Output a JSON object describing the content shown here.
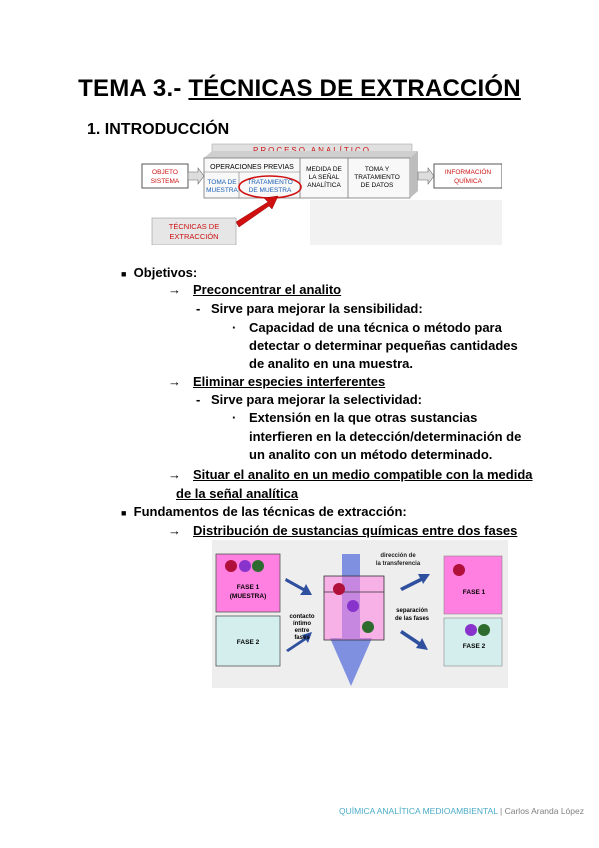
{
  "title": {
    "prefix": "TEMA 3.- ",
    "main": "TÉCNICAS DE EXTRACCIÓN"
  },
  "section": "1. INTRODUCCIÓN",
  "diagram1": {
    "header": "PROCESO ANALÍTICO",
    "objeto1": "OBJETO",
    "objeto2": "SISTEMA",
    "ops": "OPERACIONES PREVIAS",
    "toma1": "TOMA DE",
    "toma2": "MUESTRA",
    "trat1": "TRATAMIENTO",
    "trat2": "DE MUESTRA",
    "medida1": "MEDIDA DE",
    "medida2": "LA SEÑAL",
    "medida3": "ANALÍTICA",
    "datos1": "TOMA Y",
    "datos2": "TRATAMIENTO",
    "datos3": "DE DATOS",
    "info1": "INFORMACIÓN",
    "info2": "QUÍMICA",
    "tec1": "TÉCNICAS DE",
    "tec2": "EXTRACCIÓN",
    "colors": {
      "header_bg": "#e0e0e0",
      "header_text": "#cc1111",
      "blue_text": "#1a5fb4",
      "red": "#d01010"
    }
  },
  "list": {
    "objetivos": "Objetivos:",
    "o1": "Preconcentrar el analito",
    "o1a": "Sirve para mejorar la sensibilidad:",
    "o1b": [
      "Capacidad de una técnica o método para",
      "detectar o determinar pequeñas cantidades",
      "de analito en una muestra."
    ],
    "o2": "Eliminar especies interferentes",
    "o2a": "Sirve para mejorar la selectividad:",
    "o2b": [
      "Extensión en la que otras sustancias",
      "interfieren en la detección/determinación de",
      "un analito con un método determinado."
    ],
    "o3": [
      "Situar el analito en un medio compatible con la medida",
      "de la señal analítica"
    ],
    "fund": "Fundamentos de las técnicas de extracción:",
    "f1": "Distribución de sustancias químicas entre dos fases"
  },
  "diagram2": {
    "fase1a": "FASE 1",
    "fase1b": "(MUESTRA)",
    "fase2": "FASE 2",
    "contacto": [
      "contacto",
      "íntimo",
      "entre",
      "fases"
    ],
    "direccion": [
      "dirección de",
      "la transferencia"
    ],
    "separacion": [
      "separación",
      "de las fases"
    ],
    "fase1r": "FASE 1",
    "fase2r": "FASE 2",
    "colors": {
      "pink": "#ff80e0",
      "lightblue": "#d4eeee",
      "purple": "#8833cc",
      "green": "#2e6b2e",
      "red": "#b0103a",
      "arrow": "#2f4f9f",
      "bg": "#eeeeee"
    }
  },
  "footer": {
    "course": "QUÍMICA ANALÍTICA MEDIOAMBIENTAL",
    "sep": " | ",
    "author": "Carlos Aranda López"
  }
}
